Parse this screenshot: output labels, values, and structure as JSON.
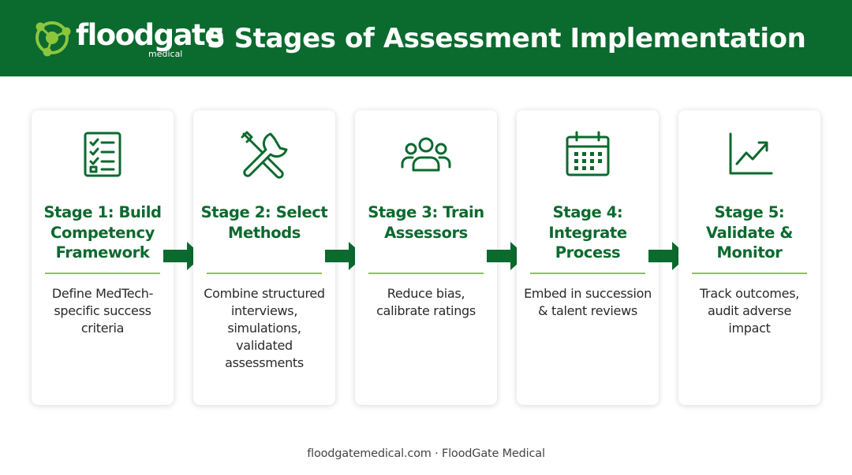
{
  "header": {
    "logo": {
      "word": "floodgate",
      "sub": "medical"
    },
    "title": "5 Stages of Assessment Implementation"
  },
  "colors": {
    "brand_green": "#0b6a2e",
    "accent_lime": "#8cc63f",
    "text_dark": "#2a2a2a"
  },
  "stages": [
    {
      "icon": "checklist-icon",
      "title": "Stage 1: Build Competency Framework",
      "desc": "Define MedTech-specific success criteria"
    },
    {
      "icon": "tools-icon",
      "title": "Stage 2: Select Methods",
      "desc": "Combine structured interviews, simulations, validated assessments"
    },
    {
      "icon": "people-icon",
      "title": "Stage 3: Train Assessors",
      "desc": "Reduce bias, calibrate ratings"
    },
    {
      "icon": "calendar-icon",
      "title": "Stage 4: Integrate Process",
      "desc": "Embed in succession & talent reviews"
    },
    {
      "icon": "line-chart-icon",
      "title": "Stage 5: Validate & Monitor",
      "desc": "Track outcomes, audit adverse impact"
    }
  ],
  "footer": "floodgatemedical.com · FloodGate Medical"
}
